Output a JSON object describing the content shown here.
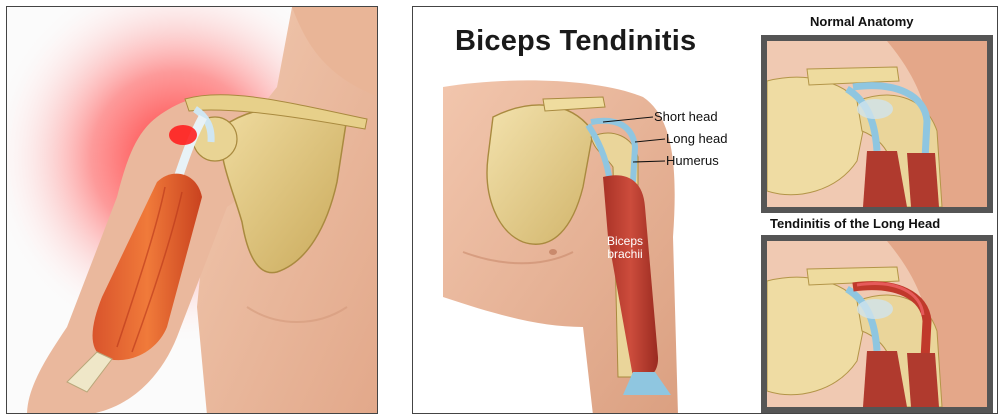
{
  "right": {
    "title": "Biceps Tendinitis",
    "labels": {
      "short_head": "Short head",
      "long_head": "Long head",
      "humerus": "Humerus",
      "biceps_line1": "Biceps",
      "biceps_line2": "brachii"
    },
    "insets": {
      "normal_title": "Normal Anatomy",
      "tendinitis_title": "Tendinitis of the Long Head"
    }
  },
  "colors": {
    "skin": "#e8b79b",
    "bone": "#e6cf8e",
    "muscle": "#c0392b",
    "tendon": "#8fc6e0",
    "inflammation": "#ff3b3b",
    "frame": "#555555"
  }
}
